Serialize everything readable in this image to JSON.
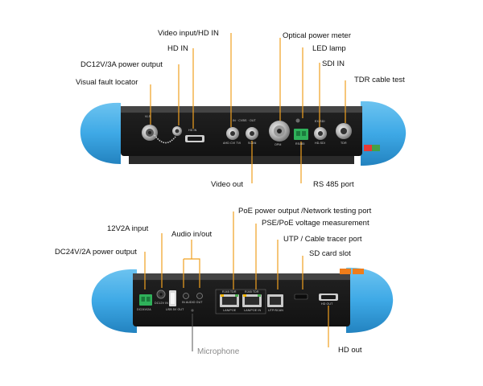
{
  "top_device": {
    "callouts": {
      "video_input_hd_in": "Video input/HD IN",
      "optical_power_meter": "Optical power meter",
      "hd_in": "HD IN",
      "led_lamp": "LED lamp",
      "dc12v_power_output": "DC12V/3A power output",
      "sdi_in": "SDI IN",
      "visual_fault_locator": "Visual fault locator",
      "tdr_cable_test": "TDR cable test",
      "video_out": "Video out",
      "rs485_port": "RS 485 port"
    },
    "panel_text": {
      "vfl": "VLS",
      "hd_in": "HD IN",
      "in_cvbs_out": "IN · CVBS · OUT",
      "ahd": "AHD CVI TVI",
      "scan": "SCAN",
      "opm": "OPM",
      "rs485": "RS485",
      "ex_sdi": "EX-SDI",
      "hd_sdi": "HD-SDI",
      "tdr": "TDR"
    }
  },
  "bottom_device": {
    "callouts": {
      "poe_power_output": "PoE power output /Network testing port",
      "v12_input": "12V2A input",
      "pse_poe_voltage": "PSE/PoE voltage measurement",
      "audio_in_out": "Audio in/out",
      "utp_cable_tracer": "UTP / Cable tracer port",
      "dc24v_power_output": "DC24V/2A power output",
      "sd_card_slot": "SD card slot",
      "microphone": "Microphone",
      "hd_out": "HD out"
    },
    "panel_text": {
      "dc24v": "DC24V/2A",
      "dc12v_in": "DC12V IN",
      "usb": "USB 5V OUT",
      "audio": "IN AUDIO OUT",
      "rj45_tdr_1": "RJ45 TDR",
      "rj45_tdr_2": "RJ45 TDR",
      "lan_poe": "LAN/POE",
      "lan_poe_in": "LAN/POE IN",
      "utp_scan": "UTP/SCAN",
      "hd_out": "HD OUT"
    }
  },
  "colors": {
    "bumper_blue": "#3ea9e6",
    "body_black": "#1c1c1c",
    "leader_orange": "#f0a020",
    "terminal_green": "#2fb15a"
  }
}
